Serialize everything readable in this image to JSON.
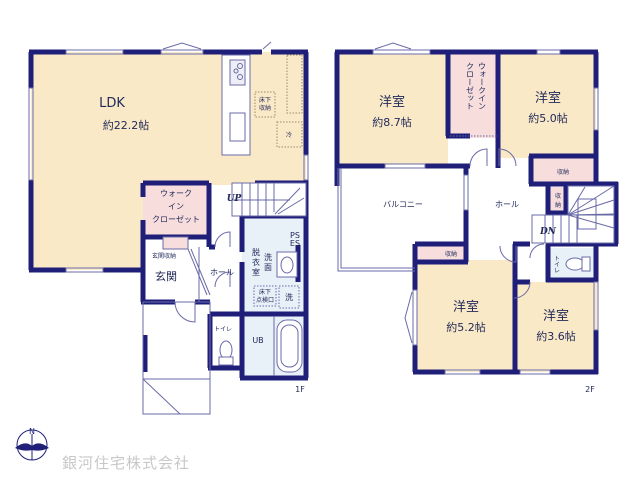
{
  "colors": {
    "wall": "#1f1f7a",
    "thin_line": "#6a6aa8",
    "room_floor": "#fae9c7",
    "closet": "#f7dedd",
    "wet_area": "#e8f0f8",
    "background": "#ffffff",
    "company_text": "#c8c8c8"
  },
  "floor1": {
    "floor_label": "1F",
    "ldk": {
      "name": "LDK",
      "size": "約22.2帖"
    },
    "underfloor_storage": "床下\n収納",
    "fridge": "冷",
    "walk_in_closet": {
      "line1": "ウォーク",
      "line2": "イン",
      "line3": "クローゼット"
    },
    "stairs_label": "UP",
    "entrance_storage": "玄関収納",
    "entrance": "玄関",
    "hall": "ホール",
    "ps_es": {
      "line1": "PS",
      "line2": "ES"
    },
    "washroom": {
      "line1": "洗",
      "line2": "面",
      "line3": "脱",
      "line4": "衣",
      "line5": "室"
    },
    "underfloor_inspection": {
      "line1": "床下",
      "line2": "点検口"
    },
    "washer": "洗",
    "toilet": "トイレ",
    "bath": "UB"
  },
  "floor2": {
    "floor_label": "2F",
    "western_room_1": {
      "name": "洋室",
      "size": "約8.7帖"
    },
    "walk_in_closet": "ウォークイン\nクローゼット",
    "western_room_2": {
      "name": "洋室",
      "size": "約5.0帖"
    },
    "storage_1": "収納",
    "storage_2": "収\n納",
    "balcony": "バルコニー",
    "hall": "ホール",
    "stairs_label": "DN",
    "storage_3": "収納",
    "toilet": "トイレ",
    "western_room_3": {
      "name": "洋室",
      "size": "約5.2帖"
    },
    "western_room_4": {
      "name": "洋室",
      "size": "約3.6帖"
    }
  },
  "compass": {
    "label": "N"
  },
  "company": "銀河住宅株式会社"
}
